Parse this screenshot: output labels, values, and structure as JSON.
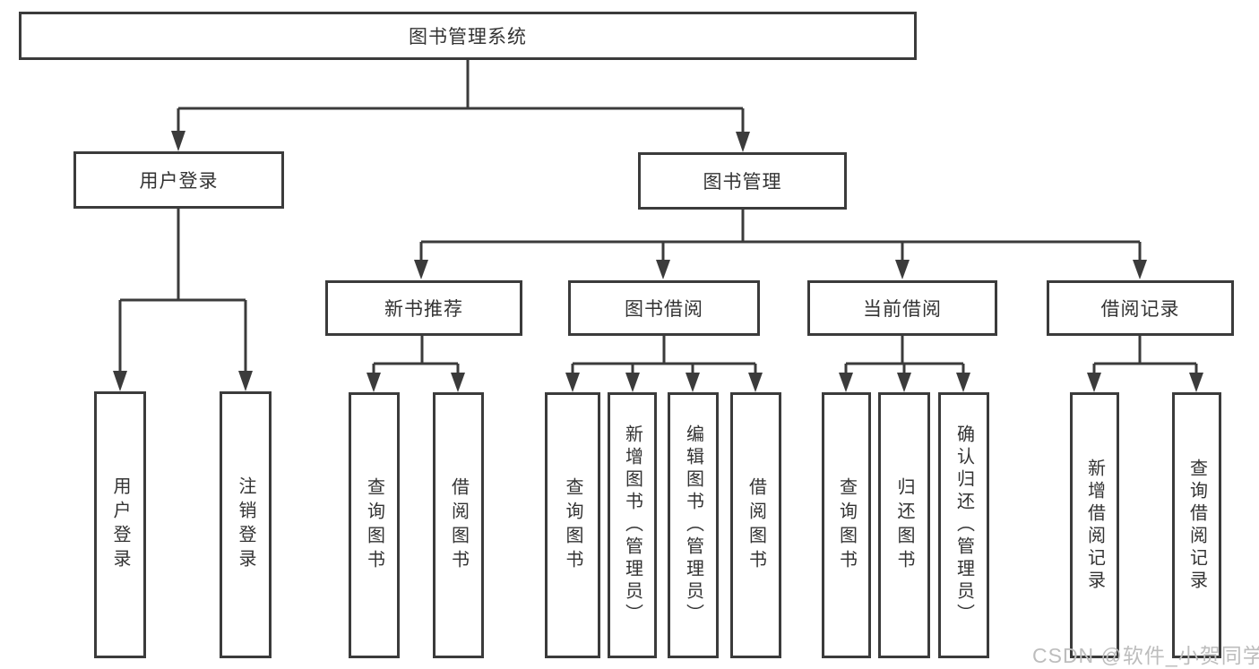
{
  "tree": {
    "label": "图书管理系统",
    "children": [
      {
        "label": "用户登录",
        "children": [
          {
            "label": "用户登录"
          },
          {
            "label": "注销登录"
          }
        ]
      },
      {
        "label": "图书管理",
        "children": [
          {
            "label": "新书推荐",
            "children": [
              {
                "label": "查询图书"
              },
              {
                "label": "借阅图书"
              }
            ]
          },
          {
            "label": "图书借阅",
            "children": [
              {
                "label": "查询图书"
              },
              {
                "label": "新增图书（管理员）"
              },
              {
                "label": "编辑图书（管理员）"
              },
              {
                "label": "借阅图书"
              }
            ]
          },
          {
            "label": "当前借阅",
            "children": [
              {
                "label": "查询图书"
              },
              {
                "label": "归还图书"
              },
              {
                "label": "确认归还（管理员）"
              }
            ]
          },
          {
            "label": "借阅记录",
            "children": [
              {
                "label": "新增借阅记录"
              },
              {
                "label": "查询借阅记录"
              }
            ]
          }
        ]
      }
    ]
  },
  "watermark": {
    "text": "CSDN @软件_小贺同学"
  },
  "colors": {
    "line": "#3b3b3b",
    "box_border": "#3b3b3b",
    "text": "#333333",
    "watermark": "#bdbdbd",
    "background": "#ffffff"
  }
}
